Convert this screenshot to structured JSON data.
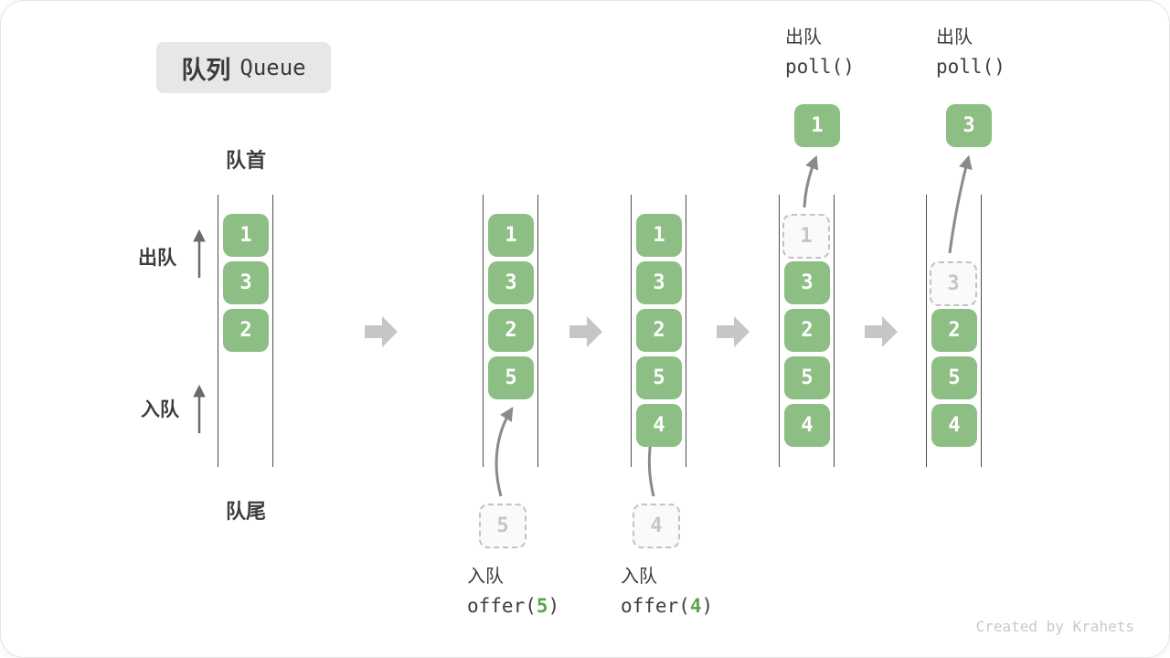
{
  "title": {
    "zh": "队列",
    "en": "Queue"
  },
  "labels": {
    "front": "队首",
    "rear": "队尾",
    "dequeue_side": "出队",
    "enqueue_side": "入队"
  },
  "operations": {
    "enqueue5": {
      "name": "入队",
      "fn_open": "offer(",
      "arg": "5",
      "fn_close": ")"
    },
    "enqueue4": {
      "name": "入队",
      "fn_open": "offer(",
      "arg": "4",
      "fn_close": ")"
    },
    "poll_1": {
      "name": "出队",
      "code": "poll()"
    },
    "poll_2": {
      "name": "出队",
      "code": "poll()"
    }
  },
  "queues": {
    "q1": {
      "cells": [
        "1",
        "3",
        "2"
      ]
    },
    "q2": {
      "cells": [
        "1",
        "3",
        "2",
        "5"
      ],
      "incoming": "5"
    },
    "q3": {
      "cells": [
        "1",
        "3",
        "2",
        "5",
        "4"
      ],
      "incoming": "4"
    },
    "q4": {
      "removed": "1",
      "cells": [
        "3",
        "2",
        "5",
        "4"
      ],
      "popped": "1"
    },
    "q5": {
      "removed": "3",
      "cells": [
        "2",
        "5",
        "4"
      ],
      "popped": "3"
    }
  },
  "watermark": "Created by Krahets",
  "colors": {
    "cell_green": "#8dbe84",
    "accent_green": "#5fa352",
    "column_line": "#4d4d4d",
    "dashed_border": "#c2c2c2",
    "dashed_text": "#c6c6c6",
    "block_arrow": "#c6c6c6",
    "curve_arrow": "#8a8a8a",
    "text": "#3d3d3d",
    "title_bg": "#e7e7e7",
    "watermark": "#c9c9c9"
  }
}
